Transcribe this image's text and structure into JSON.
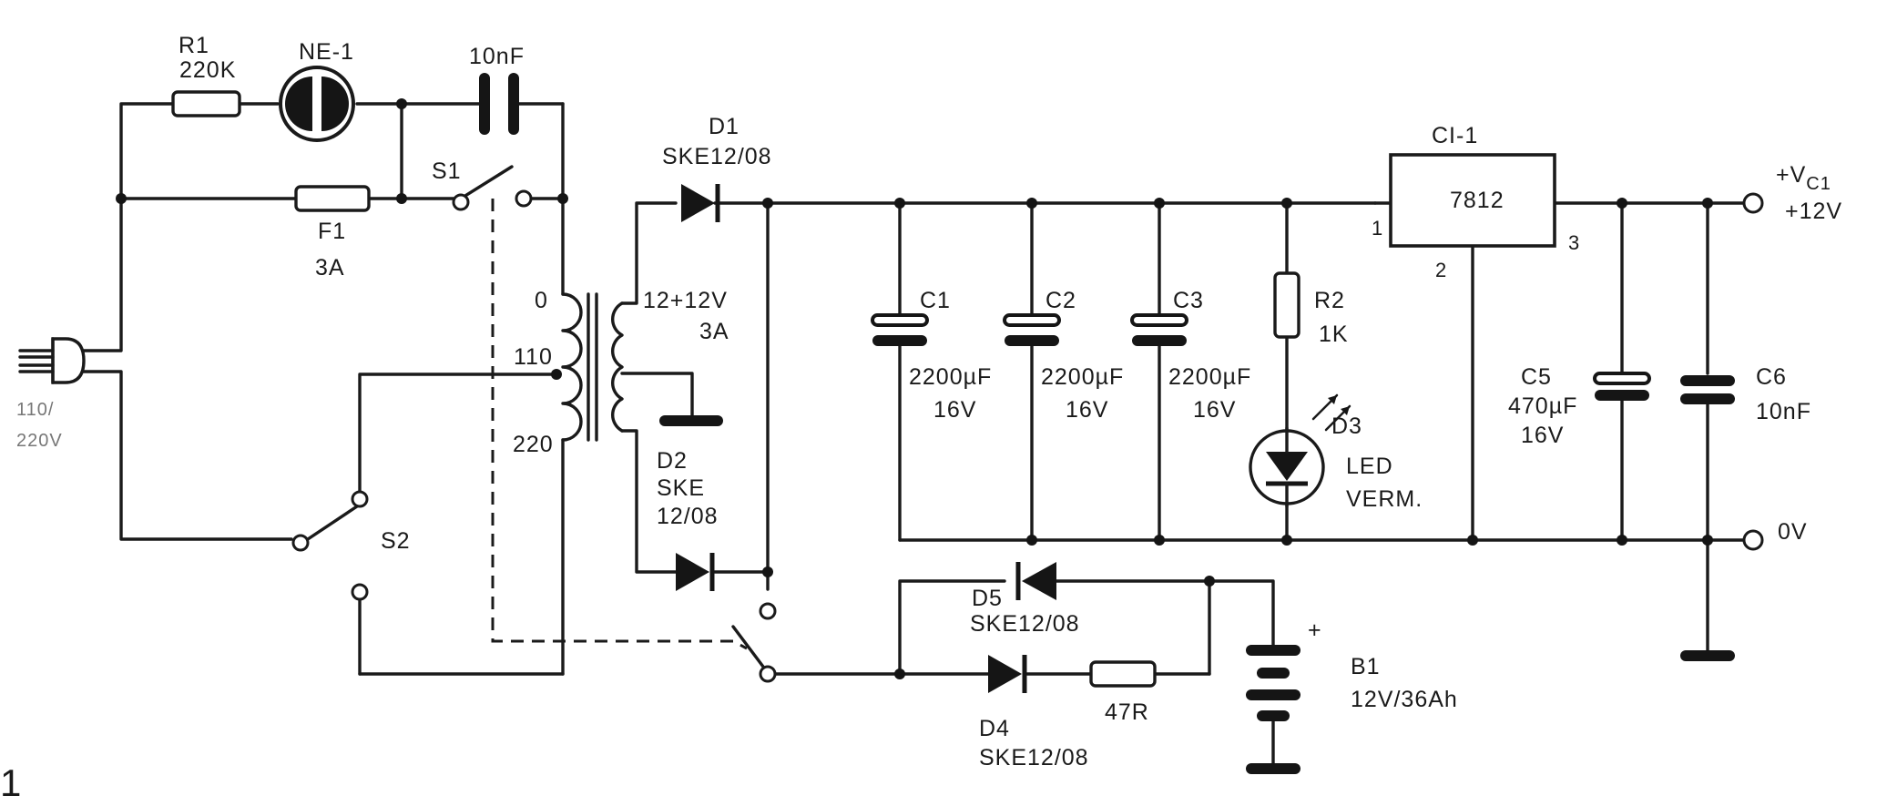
{
  "labels": {
    "r1_name": "R1",
    "r1_value": "220K",
    "ne1_name": "NE-1",
    "c_top_value": "10nF",
    "s1_name": "S1",
    "f1_name": "F1",
    "f1_value": "3A",
    "plug_v1": "110/",
    "plug_v2": "220V",
    "tap_0": "0",
    "tap_110": "110",
    "tap_220": "220",
    "sec_voltage": "12+12V",
    "sec_current": "3A",
    "d1_name": "D1",
    "d1_type": "SKE12/08",
    "d2_name": "D2",
    "d2_type1": "SKE",
    "d2_type2": "12/08",
    "s2_name": "S2",
    "c1_name": "C1",
    "c1_value": "2200µF",
    "c1_voltage": "16V",
    "c2_name": "C2",
    "c2_value": "2200µF",
    "c2_voltage": "16V",
    "c3_name": "C3",
    "c3_value": "2200µF",
    "c3_voltage": "16V",
    "r2_name": "R2",
    "r2_value": "1K",
    "d3_name": "D3",
    "d3_type1": "LED",
    "d3_type2": "VERM.",
    "ci1_name": "CI-1",
    "ci1_part": "7812",
    "pin1": "1",
    "pin2": "2",
    "pin3": "3",
    "c5_name": "C5",
    "c5_value": "470µF",
    "c5_voltage": "16V",
    "c6_name": "C6",
    "c6_value": "10nF",
    "out_vc1_a": "+V",
    "out_vc1_b": "C1",
    "out_12v": "+12V",
    "out_0v": "0V",
    "d5_name": "D5",
    "d5_type": "SKE12/08",
    "d4_name": "D4",
    "d4_type": "SKE12/08",
    "r47_value": "47R",
    "b1_plus": "+",
    "b1_name": "B1",
    "b1_value": "12V/36Ah",
    "figure_number": "1"
  }
}
